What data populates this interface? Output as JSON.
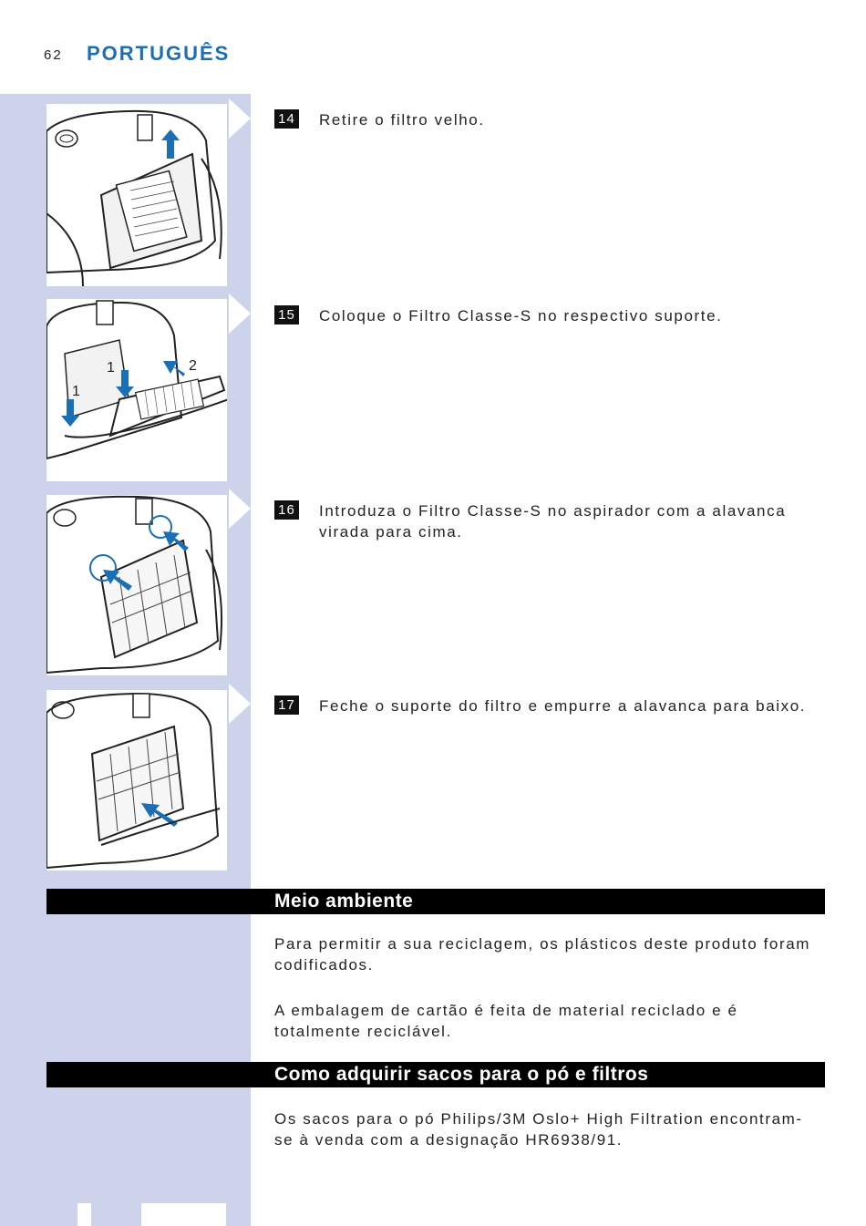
{
  "header": {
    "page_number": "62",
    "language": "PORTUGUÊS"
  },
  "steps": [
    {
      "number": "14",
      "text": "Retire o filtro velho."
    },
    {
      "number": "15",
      "text": "Coloque o Filtro Classe-S no respectivo suporte."
    },
    {
      "number": "16",
      "text": "Introduza o Filtro Classe-S no aspirador com a alavanca virada para cima."
    },
    {
      "number": "17",
      "text": "Feche o suporte do filtro e empurre a alavanca para baixo."
    }
  ],
  "illustration_labels": {
    "step15_label_a": "1",
    "step15_label_b": "1",
    "step15_label_c": "2"
  },
  "sections": [
    {
      "title": "Meio ambiente",
      "paragraphs": [
        "Para permitir a sua reciclagem, os plásticos deste produto foram codificados.",
        "A embalagem de cartão é feita de material reciclado e é totalmente reciclável."
      ]
    },
    {
      "title": "Como adquirir sacos para o pó e filtros",
      "paragraphs": [
        "Os sacos para o pó Philips/3M Oslo+ High Filtration encontram-se à venda com a designação HR6938/91."
      ]
    }
  ],
  "colors": {
    "accent_blue": "#1a6fb5",
    "side_band": "#ccd3eb",
    "bar_black": "#000000"
  }
}
